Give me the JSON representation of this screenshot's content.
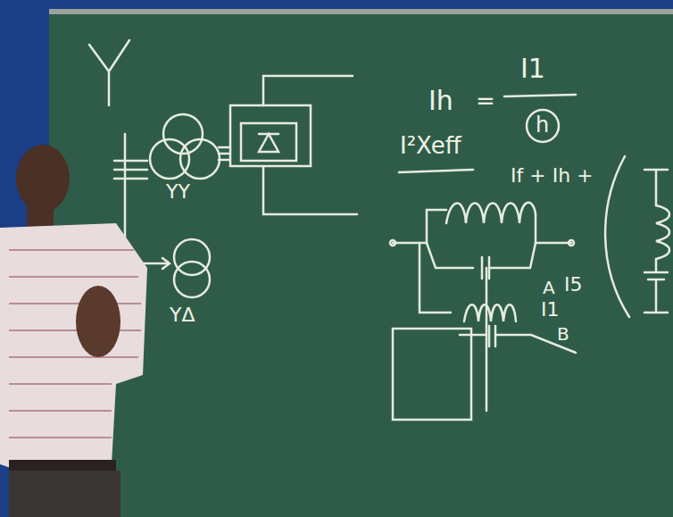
{
  "diagram": {
    "labels": [
      "YY",
      "YΔ",
      "Ih",
      "=",
      "I1",
      "h",
      "I²Xeff",
      "If + Ih +",
      "A",
      "I5",
      "I1",
      "B"
    ]
  }
}
